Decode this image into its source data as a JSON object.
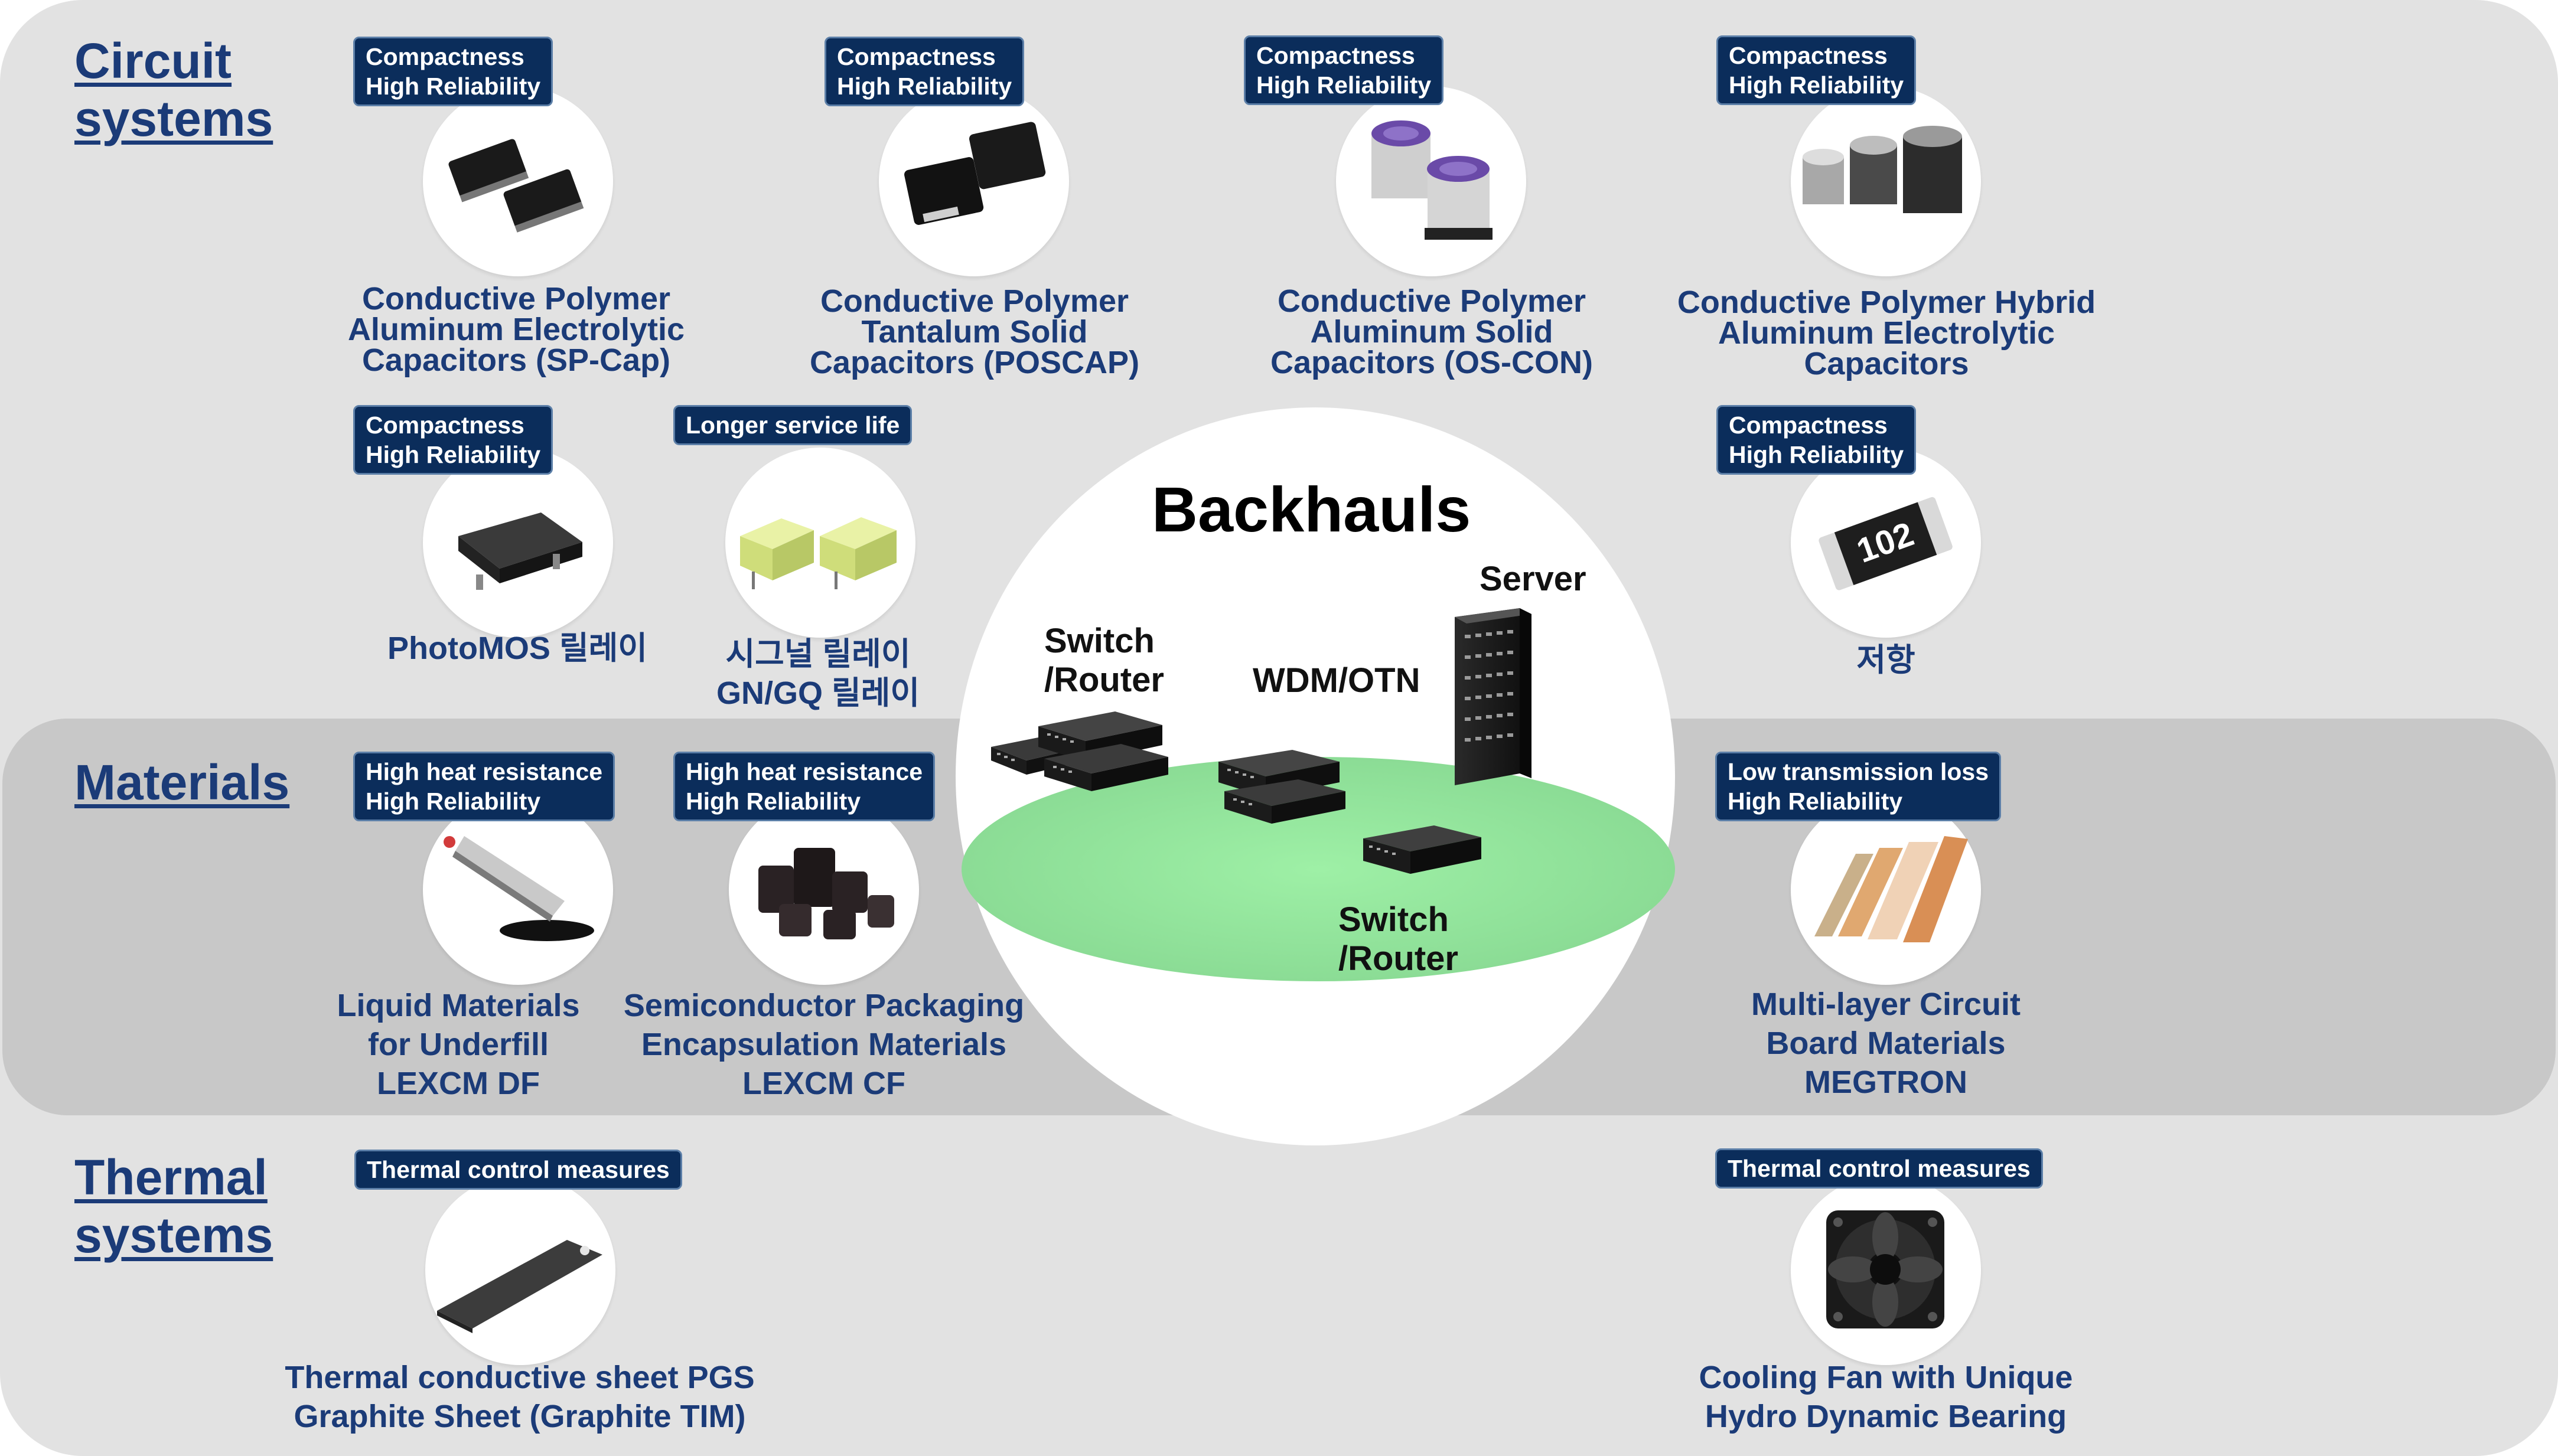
{
  "sections": {
    "circuit": [
      "Circuit",
      "systems"
    ],
    "materials": [
      "Materials"
    ],
    "thermal": [
      "Thermal",
      "systems"
    ]
  },
  "center": {
    "title": "Backhauls",
    "devices": {
      "server": [
        "Server"
      ],
      "switch_router_left": [
        "Switch",
        "/Router"
      ],
      "wdm_otn": [
        "WDM/OTN"
      ],
      "switch_router_bottom": [
        "Switch",
        "/Router"
      ]
    }
  },
  "products": {
    "sp_cap": {
      "tag": [
        "Compactness",
        "High Reliability"
      ],
      "label": [
        "Conductive Polymer",
        "Aluminum Electrolytic",
        "Capacitors (SP-Cap)"
      ]
    },
    "poscap": {
      "tag": [
        "Compactness",
        "High Reliability"
      ],
      "label": [
        "Conductive Polymer",
        "Tantalum Solid",
        "Capacitors (POSCAP)"
      ]
    },
    "os_con": {
      "tag": [
        "Compactness",
        "High Reliability"
      ],
      "label": [
        "Conductive Polymer",
        "Aluminum Solid",
        "Capacitors (OS-CON)"
      ]
    },
    "hybrid": {
      "tag": [
        "Compactness",
        "High Reliability"
      ],
      "label": [
        "Conductive Polymer Hybrid",
        "Aluminum Electrolytic",
        "Capacitors"
      ]
    },
    "photomos": {
      "tag": [
        "Compactness",
        "High Reliability"
      ],
      "label": [
        "PhotoMOS 릴레이"
      ]
    },
    "signal_relay": {
      "tag": [
        "Longer service life"
      ],
      "label": [
        "시그널 릴레이",
        "GN/GQ 릴레이"
      ]
    },
    "resistor": {
      "tag": [
        "Compactness",
        "High Reliability"
      ],
      "label": [
        "저항"
      ],
      "chip_marking": "102"
    },
    "lexcm_df": {
      "tag": [
        "High heat resistance",
        "High Reliability"
      ],
      "label": [
        "Liquid Materials",
        "for Underfill",
        "LEXCM DF"
      ]
    },
    "lexcm_cf": {
      "tag": [
        "High heat resistance",
        "High Reliability"
      ],
      "label": [
        "Semiconductor Packaging",
        "Encapsulation Materials",
        "LEXCM CF"
      ]
    },
    "megtron": {
      "tag": [
        "Low transmission loss",
        "High Reliability"
      ],
      "label": [
        "Multi-layer Circuit",
        "Board Materials",
        "MEGTRON"
      ]
    },
    "pgs": {
      "tag": [
        "Thermal  control measures"
      ],
      "label": [
        "Thermal conductive sheet PGS",
        "Graphite Sheet (Graphite TIM)"
      ]
    },
    "fan": {
      "tag": [
        "Thermal  control measures"
      ],
      "label": [
        "Cooling Fan with Unique",
        "Hydro Dynamic Bearing"
      ]
    }
  },
  "colors": {
    "title_blue": "#1b3b78",
    "tag_bg": "#0b2d5b",
    "band_light": "#e2e2e2",
    "band_dark": "#c8c8c8",
    "floor_green": "#8fe09a"
  }
}
